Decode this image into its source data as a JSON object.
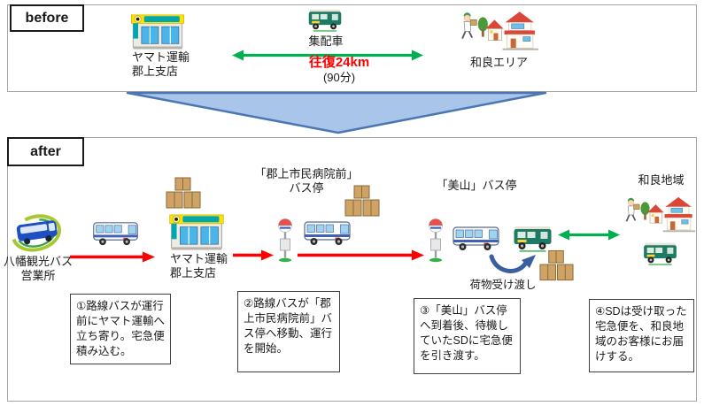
{
  "colors": {
    "green": "#00b050",
    "red": "#ff0000",
    "big_arrow_fill": "#a9c5e9",
    "big_arrow_stroke": "#4a77b4",
    "transfer_blue": "#3a5f9e"
  },
  "before": {
    "label": "before",
    "yamato": {
      "line1": "ヤマト運輸",
      "line2": "郡上支店"
    },
    "vehicle_label": "集配車",
    "distance": "往復24km",
    "duration": "(90分)",
    "area": "和良エリア"
  },
  "after": {
    "label": "after",
    "bus_office": {
      "line1": "八幡観光バス",
      "line2": "営業所"
    },
    "yamato": {
      "line1": "ヤマト運輸",
      "line2": "郡上支店"
    },
    "stop1": {
      "line1": "「郡上市民病院前」",
      "line2": "バス停"
    },
    "stop2": "「美山」バス停",
    "handover": "荷物受け渡し",
    "area": "和良地域",
    "steps": [
      {
        "text": "①路線バスが運行前にヤマト運輸へ立ち寄り。宅急便積み込む。"
      },
      {
        "text": "②路線バスが「郡上市民病院前」バス停へ移動、運行を開始。"
      },
      {
        "text": "③「美山」バス停へ到着後、待機していたSDに宅急便を引き渡す。"
      },
      {
        "text": "④SDは受け取った宅急便を、和良地域のお客様にお届けする。"
      }
    ]
  },
  "icons": {
    "yamato_store": "storefront-building",
    "delivery_truck": "green-delivery-van",
    "house_delivery": "house-with-courier",
    "bus_office_logo": "coach-in-green-swoosh",
    "route_bus": "white-blue-minibus",
    "bus_stop": "bus-stop-sign-pole",
    "packages": "stacked-parcels",
    "transfer_arrow": "curved-blue-arrow",
    "down_arrow": "large-down-arrow"
  }
}
